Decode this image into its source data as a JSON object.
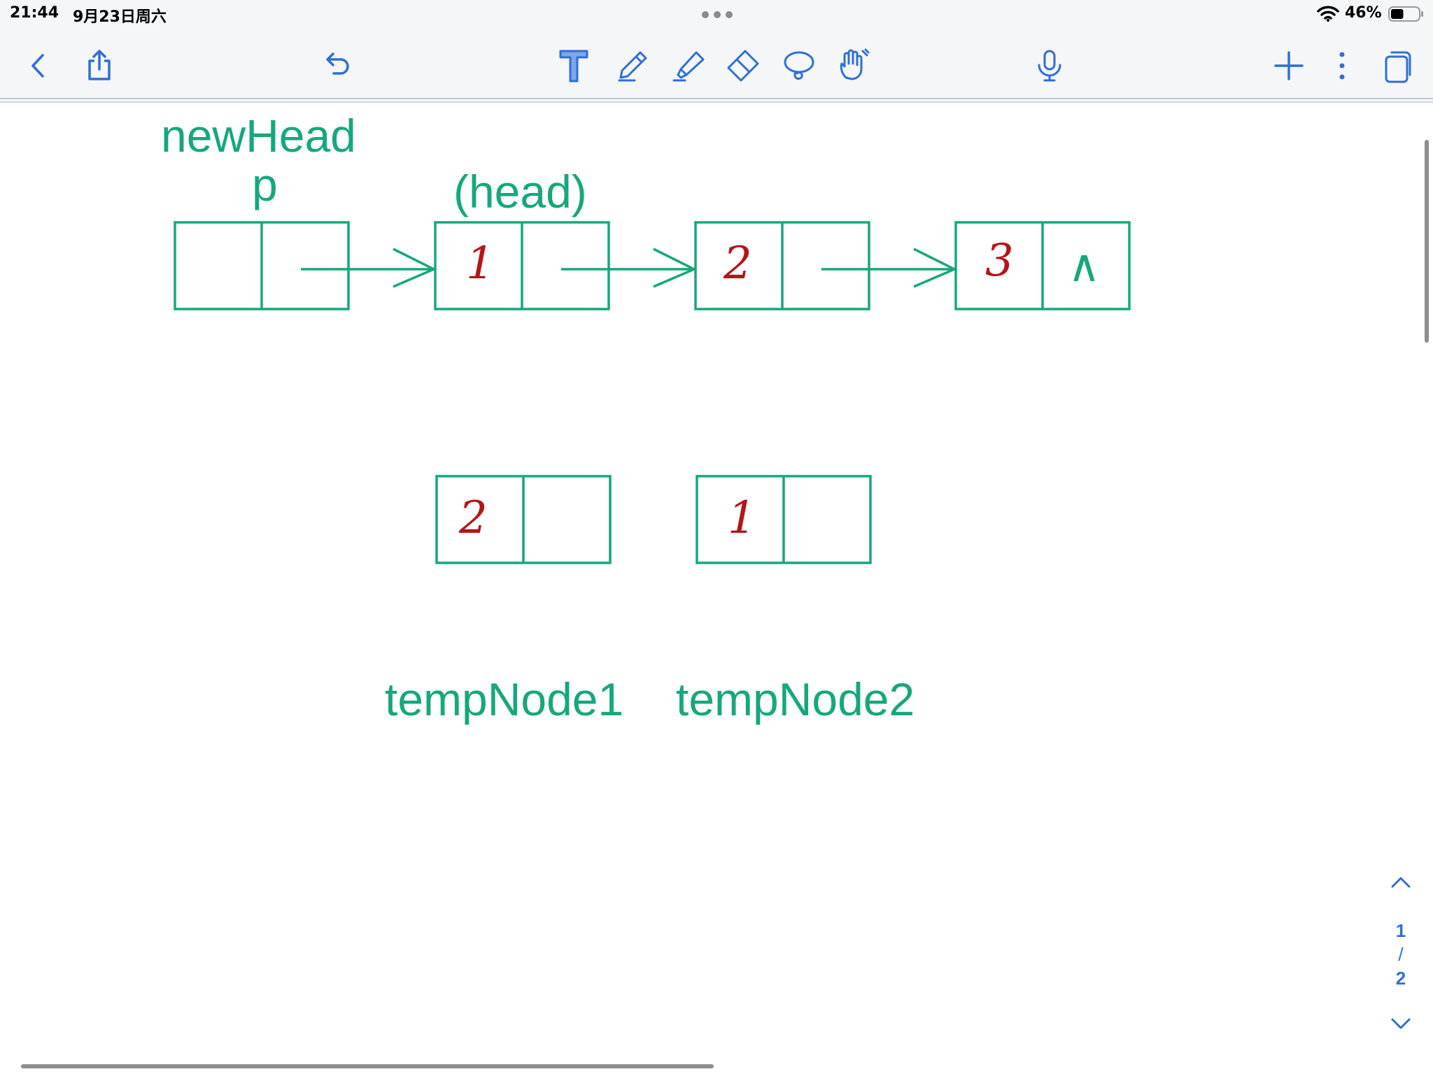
{
  "status_bar": {
    "time": "21:44",
    "date": "9月23日周六",
    "battery_percent": "46%",
    "battery_level": 0.46
  },
  "toolbar": {
    "icons": [
      "back-icon",
      "share-icon",
      "undo-icon",
      "text-tool-icon",
      "pen-icon",
      "highlighter-icon",
      "eraser-icon",
      "lasso-icon",
      "hand-icon",
      "microphone-icon",
      "add-icon",
      "more-icon",
      "pages-icon"
    ],
    "accent_color": "#2f6fd6"
  },
  "canvas": {
    "labels": {
      "newhead": "newHead",
      "p": "p",
      "head": "(head)",
      "temp1": "tempNode1",
      "temp2": "tempNode2"
    },
    "list_values": {
      "n1": "1",
      "n2": "2",
      "n3": "3",
      "null_marker": "∧"
    },
    "temp_values": {
      "t1": "2",
      "t2": "1"
    },
    "ink_color": "#16a77e",
    "value_color": "#b5141a"
  },
  "page_nav": {
    "current": "1",
    "separator": "/",
    "total": "2"
  }
}
